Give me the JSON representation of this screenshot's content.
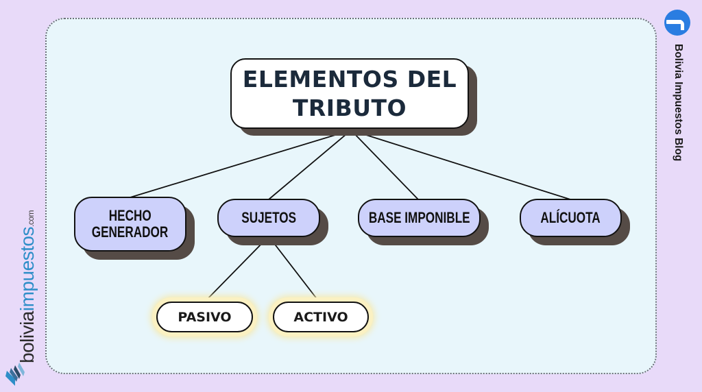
{
  "title": {
    "line1": "ELEMENTOS DEL",
    "line2": "TRIBUTO"
  },
  "nodes": [
    {
      "id": "hecho-generador",
      "line1": "HECHO",
      "line2": "GENERADOR"
    },
    {
      "id": "sujetos",
      "label": "SUJETOS"
    },
    {
      "id": "base-imponible",
      "label": "BASE IMPONIBLE"
    },
    {
      "id": "alicuota",
      "label": "ALÍCUOTA"
    }
  ],
  "sub_nodes": [
    {
      "id": "pasivo",
      "label": "PASIVO",
      "parent": "sujetos"
    },
    {
      "id": "activo",
      "label": "ACTIVO",
      "parent": "sujetos"
    }
  ],
  "branding": {
    "left_logo": {
      "part1": "bolivia",
      "part2": "impuestos",
      "part3": ".com"
    },
    "right_label": "Bolivia Impuestos Blog",
    "social_icon": "facebook-icon"
  },
  "colors": {
    "background": "#e8daf9",
    "panel": "#e8f6fb",
    "title_box": "#ffffff",
    "title_text": "#1b2a3b",
    "level1_box": "#cdd1fb",
    "shadow": "#554b46",
    "level2_glow": "#fbf1c2",
    "facebook_blue": "#2a7de1",
    "logo_blue": "#2e8ec8"
  }
}
